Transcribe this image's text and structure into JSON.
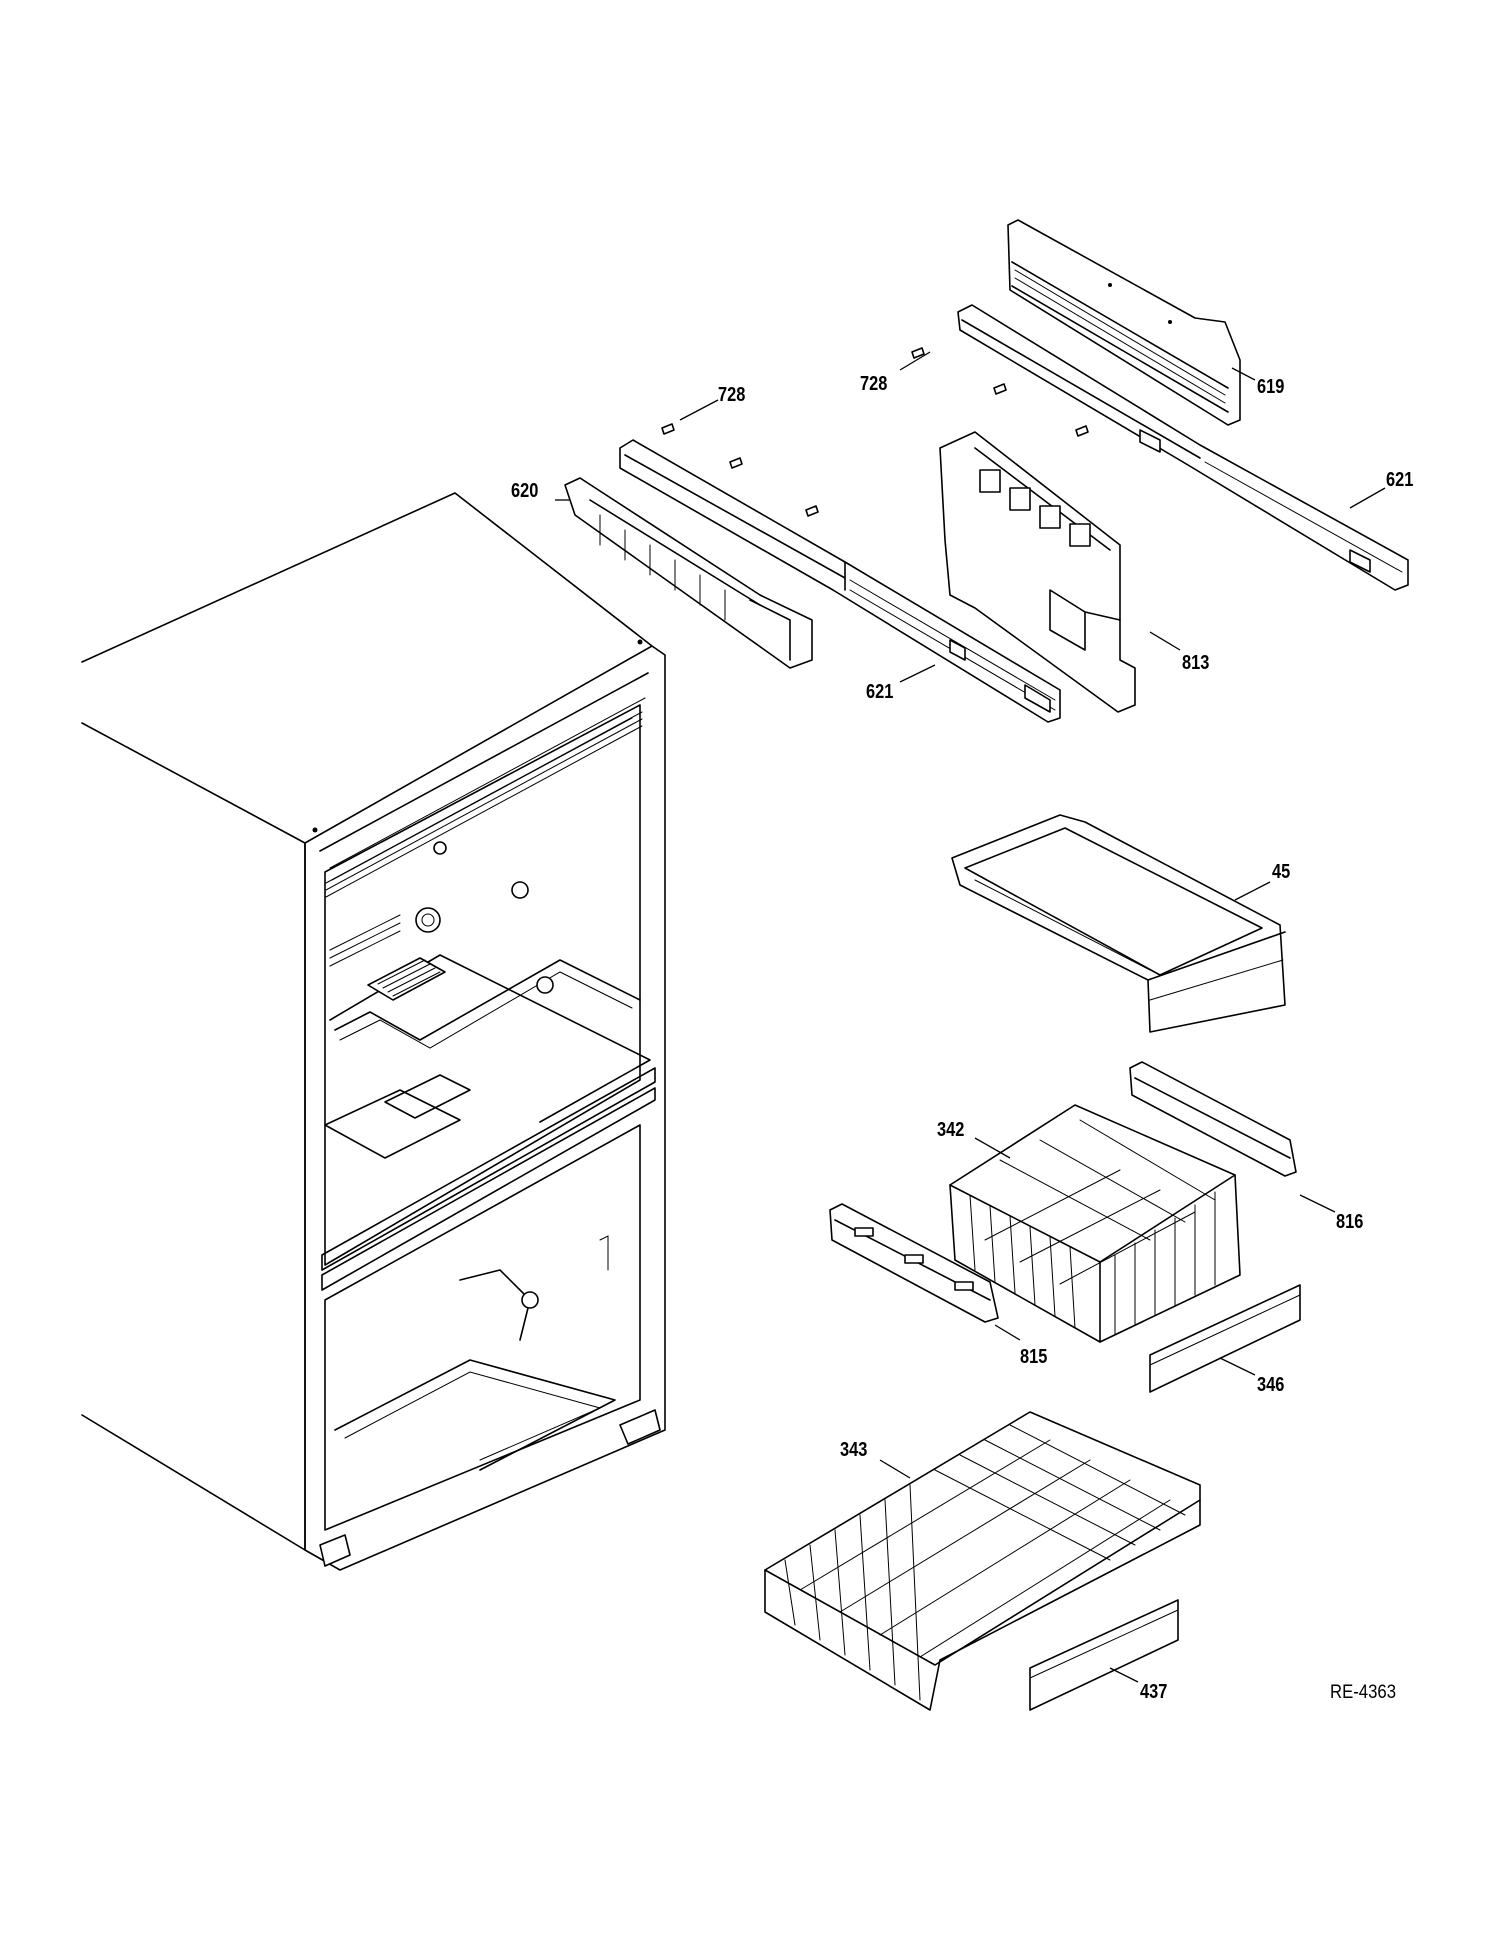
{
  "drawing_code": "RE-4363",
  "callouts": [
    {
      "id": "c-728a",
      "label": "728"
    },
    {
      "id": "c-728b",
      "label": "728"
    },
    {
      "id": "c-619",
      "label": "619"
    },
    {
      "id": "c-620",
      "label": "620"
    },
    {
      "id": "c-621a",
      "label": "621"
    },
    {
      "id": "c-621b",
      "label": "621"
    },
    {
      "id": "c-813",
      "label": "813"
    },
    {
      "id": "c-45",
      "label": "45"
    },
    {
      "id": "c-342",
      "label": "342"
    },
    {
      "id": "c-816",
      "label": "816"
    },
    {
      "id": "c-815",
      "label": "815"
    },
    {
      "id": "c-346",
      "label": "346"
    },
    {
      "id": "c-343",
      "label": "343"
    },
    {
      "id": "c-437",
      "label": "437"
    }
  ]
}
